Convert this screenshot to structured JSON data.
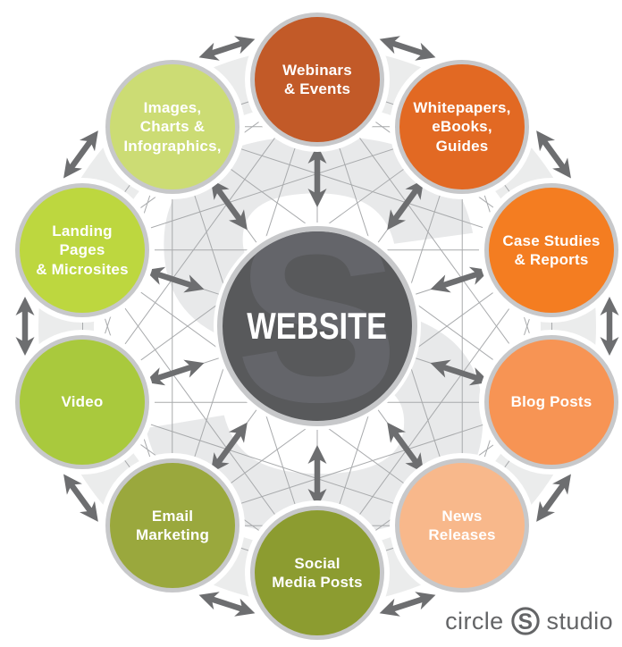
{
  "title": "Website content hub diagram",
  "hub": {
    "label": "WEBSITE",
    "color": "#58595b",
    "watermark_letter": "S"
  },
  "nodes": [
    {
      "id": "webinars-events",
      "label": "Webinars\n& Events",
      "color": "#c25a28"
    },
    {
      "id": "whitepapers-ebooks-guides",
      "label": "Whitepapers,\neBooks,\nGuides",
      "color": "#e26923"
    },
    {
      "id": "case-studies-reports",
      "label": "Case Studies\n& Reports",
      "color": "#f47d21"
    },
    {
      "id": "blog-posts",
      "label": "Blog Posts",
      "color": "#f79454"
    },
    {
      "id": "news-releases",
      "label": "News\nReleases",
      "color": "#f8b88b"
    },
    {
      "id": "social-media-posts",
      "label": "Social\nMedia Posts",
      "color": "#8c9c30"
    },
    {
      "id": "email-marketing",
      "label": "Email\nMarketing",
      "color": "#9aa83d"
    },
    {
      "id": "video",
      "label": "Video",
      "color": "#a9c93d"
    },
    {
      "id": "landing-pages-microsites",
      "label": "Landing\nPages\n& Microsites",
      "color": "#bdd73f"
    },
    {
      "id": "images-charts-infographics",
      "label": "Images,\nCharts &\nInfographics,",
      "color": "#ccdc74"
    }
  ],
  "background_watermark_letter": "S",
  "colors": {
    "arrow": "#6d6e70",
    "mesh_line": "#a8aaac",
    "ring_band": "#ebecec",
    "background_watermark": "#e8e9ea",
    "circle_ring": "#c7c8ca",
    "label_text": "#ffffff"
  },
  "logo": {
    "word_left": "circle",
    "mark_letter": "S",
    "word_right": "studio",
    "color": "#646567"
  }
}
